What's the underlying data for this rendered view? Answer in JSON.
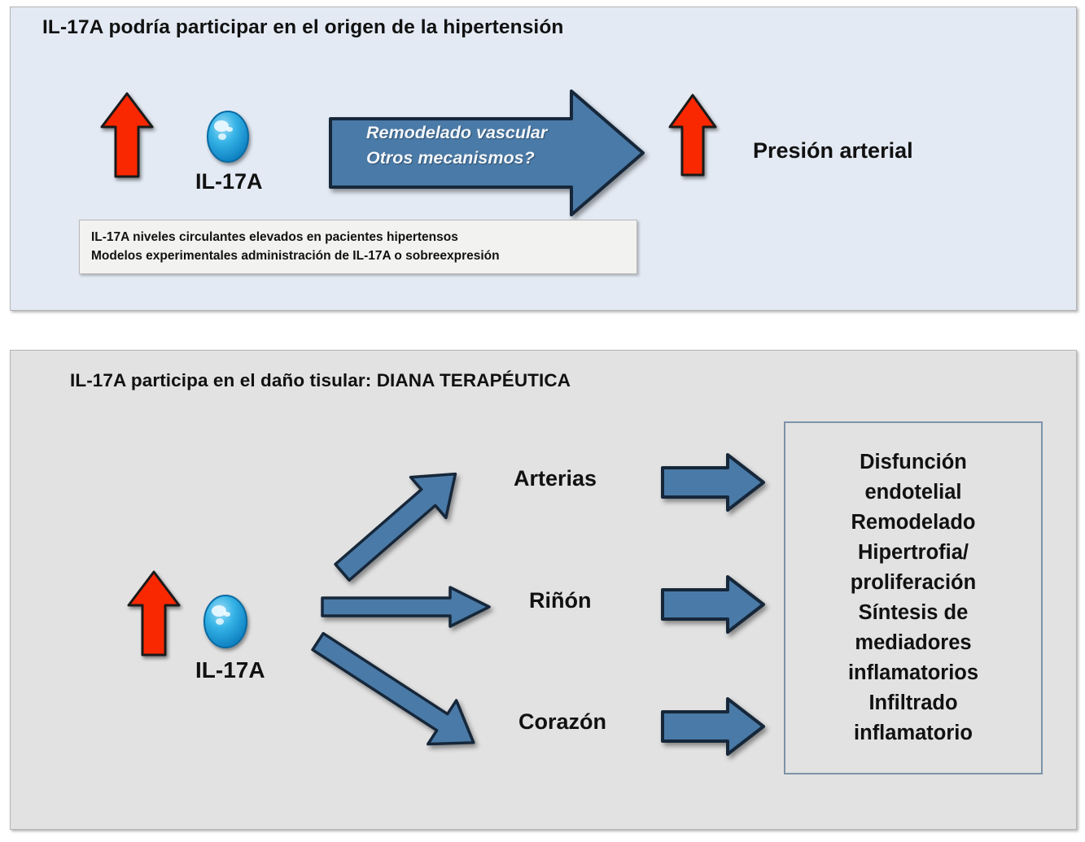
{
  "figure": {
    "language": "es",
    "colors": {
      "panel_top_bg": "#e3eaf4",
      "panel_bottom_bg": "#e2e2e2",
      "arrow_blue": "#4a7aa7",
      "arrow_blue_dark": "#2b4a66",
      "arrow_red": "#fa2800",
      "sphere_blue": "#29a9e0",
      "outcomes_border": "#7d93a8",
      "text_dark": "#111111",
      "arrow_text": "#f2f6fb"
    }
  },
  "panel_top": {
    "title": "IL-17A  podría participar en el origen de la hipertensión",
    "up_arrow_icon": "red-up-arrow-icon",
    "molecule_icon": "blue-sphere-icon",
    "molecule_label": "IL-17A",
    "big_arrow_icon": "blue-right-arrow-icon",
    "big_arrow_text_line1": "Remodelado vascular",
    "big_arrow_text_line2": "Otros mecanismos?",
    "outcome_up_arrow_icon": "red-up-arrow-icon",
    "outcome_label": "Presión arterial",
    "caption": {
      "line1": "IL-17A niveles circulantes elevados en pacientes hipertensos",
      "line2": "Modelos experimentales administración de IL-17A o sobreexpresión"
    }
  },
  "panel_bottom": {
    "title": "IL-17A  participa en el daño tisular: DIANA TERAPÉUTICA",
    "up_arrow_icon": "red-up-arrow-icon",
    "molecule_icon": "blue-sphere-icon",
    "molecule_label": "IL-17A",
    "branches": [
      {
        "arrow_icon": "blue-arrow-up-right-icon",
        "organ": "Arterias",
        "link_arrow_icon": "blue-right-arrow-icon"
      },
      {
        "arrow_icon": "blue-arrow-right-icon",
        "organ": "Riñón",
        "link_arrow_icon": "blue-right-arrow-icon"
      },
      {
        "arrow_icon": "blue-arrow-down-right-icon",
        "organ": "Corazón",
        "link_arrow_icon": "blue-right-arrow-icon"
      }
    ],
    "outcomes": [
      "Disfunción",
      "endotelial",
      "Remodelado",
      "Hipertrofia/",
      "proliferación",
      "Síntesis de",
      "mediadores",
      "inflamatorios",
      "Infiltrado",
      "inflamatorio"
    ]
  }
}
